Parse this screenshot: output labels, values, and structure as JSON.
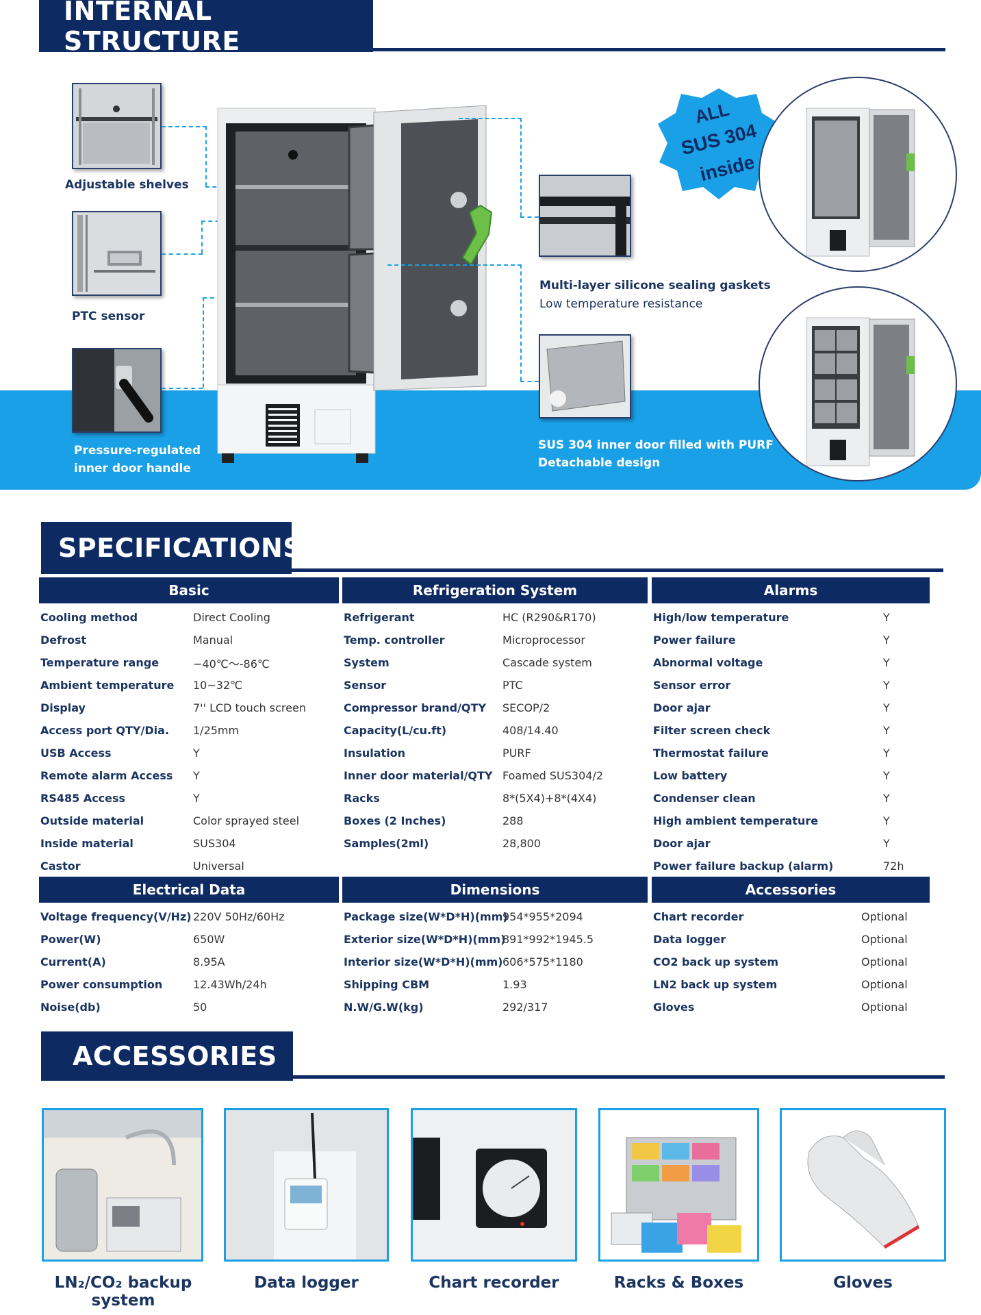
{
  "internal": {
    "title": "INTERNAL STRUCTURE",
    "badge": [
      "ALL",
      "SUS 304",
      "inside"
    ],
    "captions": {
      "shelves": "Adjustable shelves",
      "ptc": "PTC sensor",
      "handle_1": "Pressure-regulated",
      "handle_2": "inner door handle",
      "gasket_1": "Multi-layer silicone sealing gaskets",
      "gasket_2": "Low temperature resistance",
      "door_1": "SUS 304  inner door filled with PURF",
      "door_2": "Detachable design"
    }
  },
  "specs": {
    "title": "SPECIFICATIONS",
    "basic": {
      "heading": "Basic",
      "rows": [
        [
          "Cooling method",
          "Direct Cooling"
        ],
        [
          "Defrost",
          "Manual"
        ],
        [
          "Temperature range",
          "−40℃～-86℃"
        ],
        [
          "Ambient temperature",
          "10~32℃"
        ],
        [
          "Display",
          "7'' LCD touch screen"
        ],
        [
          "Access port QTY/Dia.",
          "1/25mm"
        ],
        [
          "USB Access",
          "Y"
        ],
        [
          "Remote alarm Access",
          "Y"
        ],
        [
          "RS485 Access",
          "Y"
        ],
        [
          "Outside material",
          "Color sprayed steel"
        ],
        [
          "Inside material",
          "SUS304"
        ],
        [
          "Castor",
          "Universal"
        ]
      ]
    },
    "refrigeration": {
      "heading": "Refrigeration System",
      "rows": [
        [
          "Refrigerant",
          "HC (R290&R170)"
        ],
        [
          "Temp. controller",
          "Microprocessor"
        ],
        [
          "System",
          "Cascade system"
        ],
        [
          "Sensor",
          "PTC"
        ],
        [
          "Compressor brand/QTY",
          "SECOP/2"
        ],
        [
          "Capacity(L/cu.ft)",
          "408/14.40"
        ],
        [
          "Insulation",
          "PURF"
        ],
        [
          "Inner door material/QTY",
          "Foamed SUS304/2"
        ],
        [
          "Racks",
          "8*(5X4)+8*(4X4)"
        ],
        [
          "Boxes (2 Inches)",
          "288"
        ],
        [
          "Samples(2ml)",
          "28,800"
        ]
      ]
    },
    "alarms": {
      "heading": "Alarms",
      "rows": [
        [
          "High/low temperature",
          "Y"
        ],
        [
          "Power failure",
          "Y"
        ],
        [
          "Abnormal voltage",
          "Y"
        ],
        [
          "Sensor error",
          "Y"
        ],
        [
          "Door ajar",
          "Y"
        ],
        [
          "Filter screen check",
          "Y"
        ],
        [
          "Thermostat failure",
          "Y"
        ],
        [
          "Low battery",
          "Y"
        ],
        [
          "Condenser clean",
          "Y"
        ],
        [
          "High ambient temperature",
          "Y"
        ],
        [
          "Door ajar",
          "Y"
        ],
        [
          "Power failure backup (alarm)",
          "72h"
        ]
      ]
    },
    "electrical": {
      "heading": "Electrical Data",
      "rows": [
        [
          "Voltage frequency(V/Hz)",
          "220V 50Hz/60Hz"
        ],
        [
          "Power(W)",
          "650W"
        ],
        [
          "Current(A)",
          "8.95A"
        ],
        [
          "Power consumption",
          "12.43Wh/24h"
        ],
        [
          "Noise(db)",
          "50"
        ]
      ]
    },
    "dimensions": {
      "heading": "Dimensions",
      "rows": [
        [
          "Package size(W*D*H)(mm)",
          "954*955*2094"
        ],
        [
          "Exterior size(W*D*H)(mm)",
          "891*992*1945.5"
        ],
        [
          "Interior size(W*D*H)(mm)",
          "606*575*1180"
        ],
        [
          "Shipping CBM",
          "1.93"
        ],
        [
          "N.W/G.W(kg)",
          "292/317"
        ]
      ]
    },
    "accessories": {
      "heading": "Accessories",
      "rows": [
        [
          "Chart recorder",
          "Optional"
        ],
        [
          "Data logger",
          "Optional"
        ],
        [
          "CO2 back up system",
          "Optional"
        ],
        [
          "LN2 back up system",
          "Optional"
        ],
        [
          "Gloves",
          "Optional"
        ]
      ]
    }
  },
  "accessories_section": {
    "title": "ACCESSORIES",
    "items": [
      "LN₂/CO₂ backup system",
      "Data logger",
      "Chart recorder",
      "Racks & Boxes",
      "Gloves"
    ]
  },
  "colors": {
    "navy": "#0e2a63",
    "accent_blue": "#1aa0e6",
    "handle_green": "#6cc04a"
  }
}
